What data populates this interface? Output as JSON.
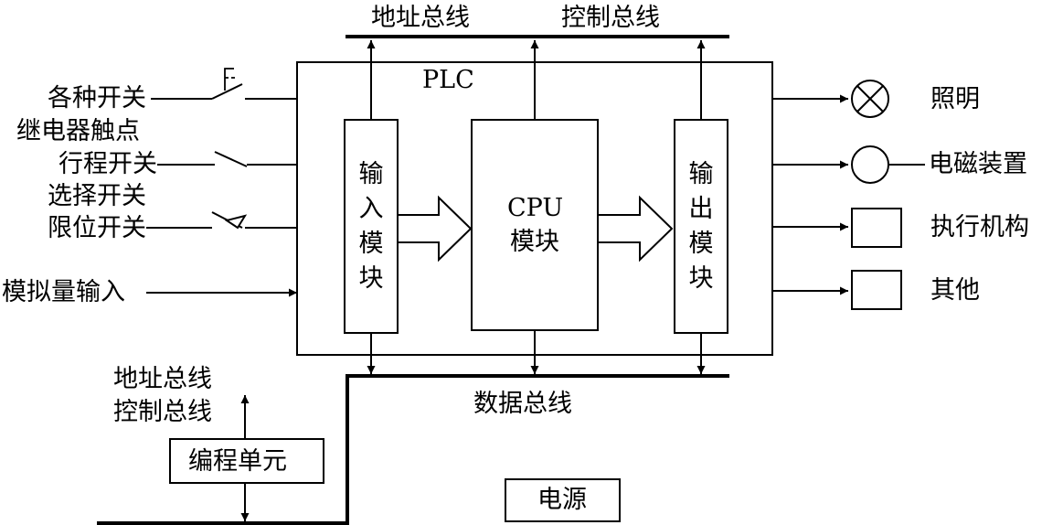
{
  "top": {
    "address_bus": "地址总线",
    "control_bus": "控制总线"
  },
  "plc": {
    "title": "PLC"
  },
  "inputs": [
    "各种开关",
    "继电器触点",
    "行程开关",
    "选择开关",
    "限位开关",
    "模拟量输入"
  ],
  "modules": {
    "input_chars": [
      "输",
      "入",
      "模",
      "块"
    ],
    "cpu_line1": "CPU",
    "cpu_line2": "模块",
    "output_chars": [
      "输",
      "出",
      "模",
      "块"
    ]
  },
  "outputs": [
    "照明",
    "电磁装置",
    "执行机构",
    "其他"
  ],
  "bottom": {
    "data_bus": "数据总线",
    "address_bus": "地址总线",
    "control_bus": "控制总线",
    "programming_unit": "编程单元",
    "power_supply": "电源"
  },
  "icons": [
    "lamp-icon",
    "coil-icon",
    "actuator-icon",
    "other-device-icon",
    "switch-icon",
    "hollow-arrow-icon"
  ],
  "colors": {
    "line": "#000000",
    "background": "#ffffff"
  }
}
